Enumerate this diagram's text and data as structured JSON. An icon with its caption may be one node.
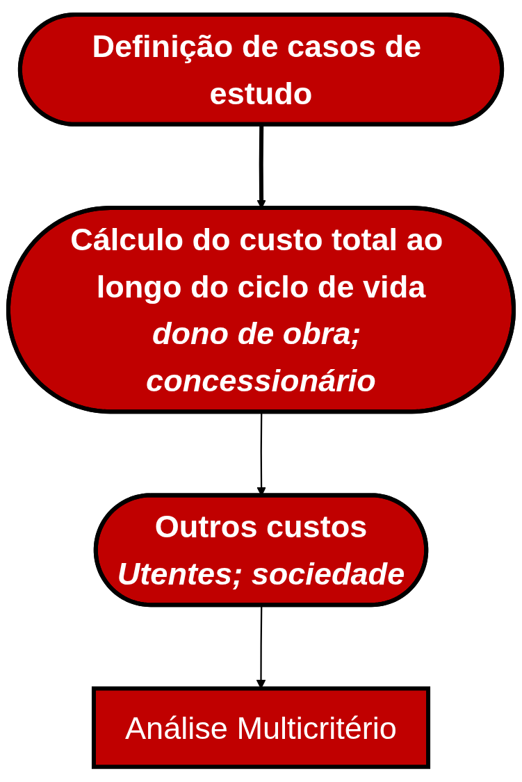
{
  "diagram": {
    "nodes": [
      {
        "text": [
          "Definição de casos de estudo"
        ]
      },
      {
        "text": [
          "Cálculo do custo total ao longo do ciclo de vida",
          "dono de obra; concessionário"
        ]
      },
      {
        "text": [
          "Outros custos",
          "Utentes; sociedade"
        ]
      },
      {
        "text": [
          "Análise Multicritério"
        ]
      }
    ],
    "edges": [
      {
        "from": 0,
        "to": 1,
        "arrow": "to",
        "style": "thick"
      },
      {
        "from": 1,
        "to": 2,
        "arrow": "to"
      },
      {
        "from": 2,
        "to": 3,
        "arrow": "to"
      }
    ]
  }
}
